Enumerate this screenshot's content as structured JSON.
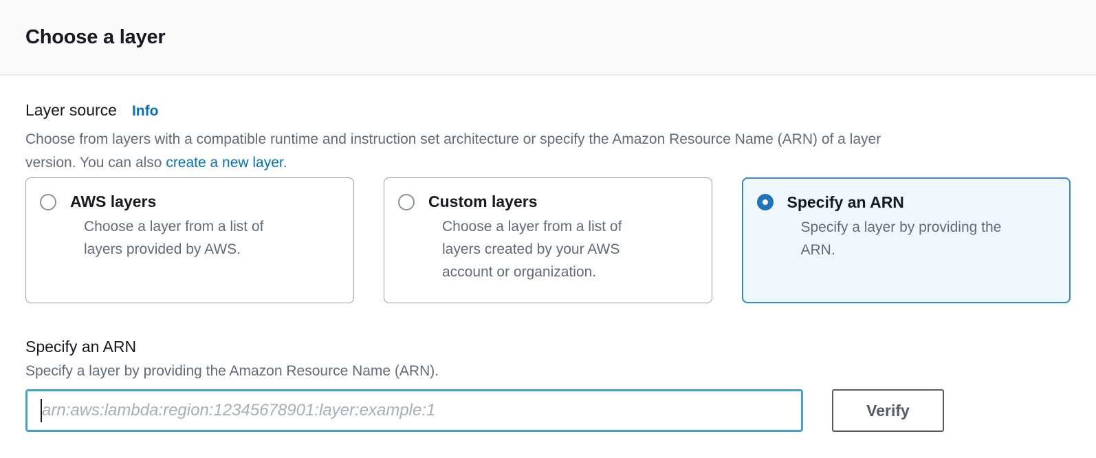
{
  "header": {
    "title": "Choose a layer"
  },
  "layer_source": {
    "label": "Layer source",
    "info_link": "Info",
    "description_line1": "Choose from layers with a compatible runtime and instruction set architecture or specify the Amazon Resource Name (ARN) of a layer",
    "description_line2_prefix": "version. You can also ",
    "create_layer_link": "create a new layer."
  },
  "layer_options": [
    {
      "title": "AWS layers",
      "desc_lines": [
        "Choose a layer from a list of",
        "layers provided by AWS."
      ],
      "selected": false
    },
    {
      "title": "Custom layers",
      "desc_lines": [
        "Choose a layer from a list of",
        "layers created by your AWS",
        "account or organization."
      ],
      "selected": false
    },
    {
      "title": "Specify an ARN",
      "desc_lines": [
        "Specify a layer by providing the",
        "ARN."
      ],
      "selected": true
    }
  ],
  "arn_section": {
    "label": "Specify an ARN",
    "description": "Specify a layer by providing the Amazon Resource Name (ARN).",
    "input_value": "",
    "input_placeholder": "arn:aws:lambda:region:12345678901:layer:example:1",
    "verify_button": "Verify"
  },
  "colors": {
    "link_blue": "#0073bb",
    "selected_border_blue": "#3588c9",
    "selected_bg": "#f1f8fd",
    "radio_checked_blue": "#2074ba",
    "input_focus_border": "#46a0cd",
    "header_bg": "#fafafa",
    "secondary_text": "#5f6b7a",
    "button_border": "#545b64"
  }
}
